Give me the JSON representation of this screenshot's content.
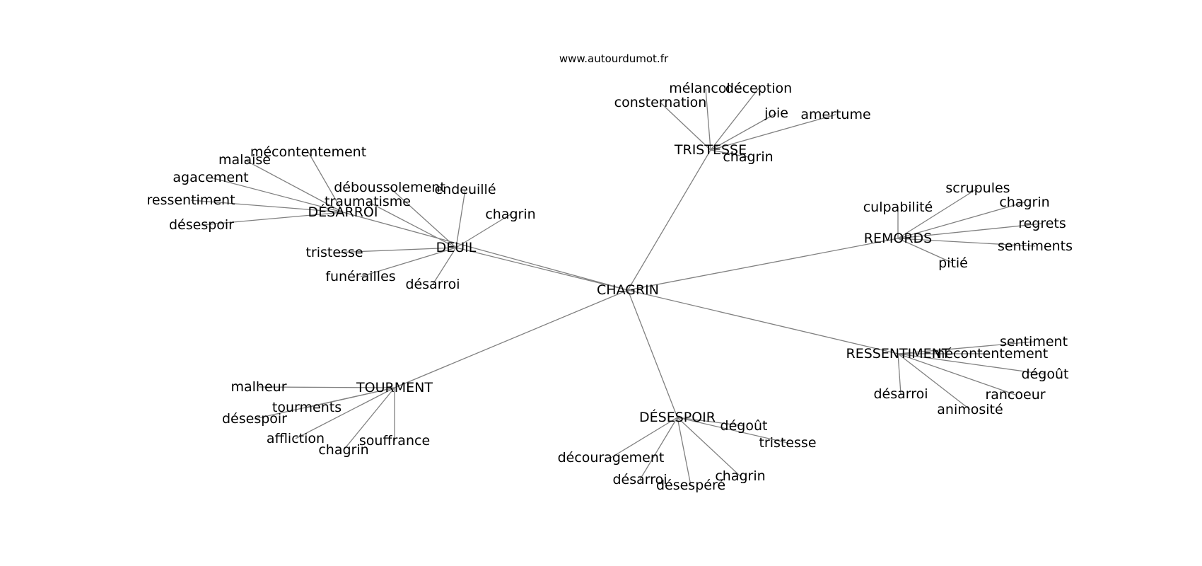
{
  "header": {
    "site": "www.autourdumot.fr"
  },
  "graph": {
    "center": "CHAGRIN",
    "clusters": [
      {
        "hub": "TRISTESSE",
        "leaves": [
          "consternation",
          "mélancolie",
          "déception",
          "joie",
          "amertume",
          "chagrin"
        ]
      },
      {
        "hub": "REMORDS",
        "leaves": [
          "culpabilité",
          "scrupules",
          "chagrin",
          "regrets",
          "sentiments",
          "pitié"
        ]
      },
      {
        "hub": "RESSENTIMENT",
        "leaves": [
          "sentiment",
          "mécontentement",
          "dégoût",
          "rancoeur",
          "animosité",
          "désarroi"
        ]
      },
      {
        "hub": "DÉSESPOIR",
        "leaves": [
          "dégoût",
          "tristesse",
          "chagrin",
          "désespéré",
          "désarroi",
          "découragement"
        ]
      },
      {
        "hub": "TOURMENT",
        "leaves": [
          "malheur",
          "tourments",
          "désespoir",
          "affliction",
          "chagrin",
          "souffrance"
        ]
      },
      {
        "hub": "DEUIL",
        "leaves": [
          "endeuillé",
          "chagrin",
          "désarroi",
          "funérailles",
          "tristesse",
          "traumatisme",
          "déboussolement"
        ]
      },
      {
        "hub": "DÉSARROI",
        "leaves": [
          "mécontentement",
          "malaise",
          "agacement",
          "ressentiment",
          "désespoir"
        ]
      }
    ]
  },
  "colors": {
    "edge": "#808080",
    "text": "#000000",
    "background": "#ffffff"
  }
}
